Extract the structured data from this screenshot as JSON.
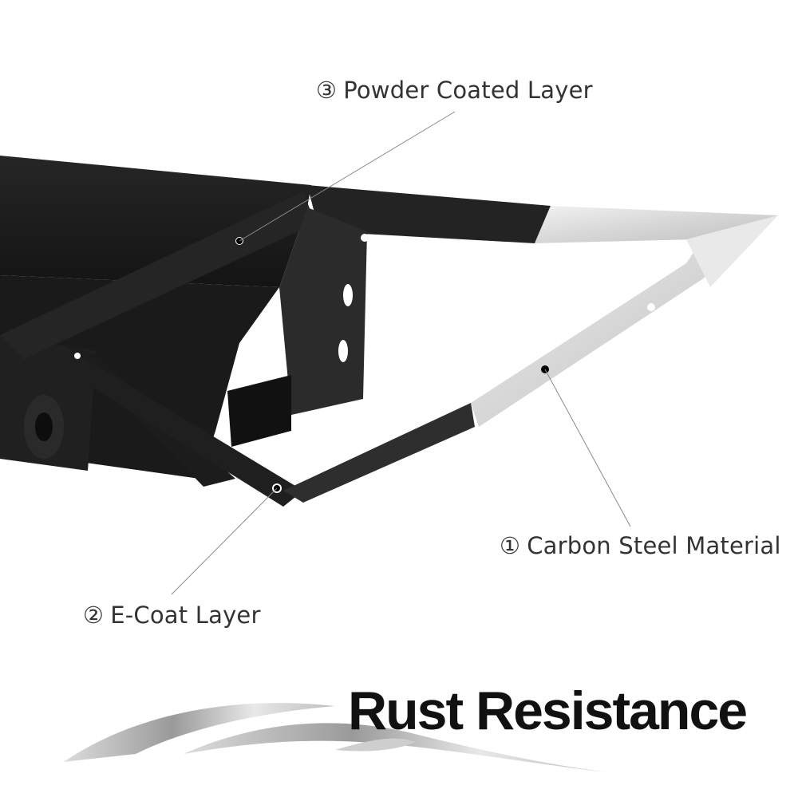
{
  "callouts": [
    {
      "number": "③",
      "label": "Powder Coated Layer"
    },
    {
      "number": "①",
      "label": "Carbon Steel Material"
    },
    {
      "number": "②",
      "label": "E-Coat Layer"
    }
  ],
  "headline": "Rust Resistance",
  "colors": {
    "powder_coat": "#1b1b1b",
    "ecoat": "#2e2e2e",
    "carbon_steel": "#d9d9d9",
    "leader_line": "#8a8a8a",
    "headline_text": "#111111",
    "callout_text": "#333333"
  }
}
